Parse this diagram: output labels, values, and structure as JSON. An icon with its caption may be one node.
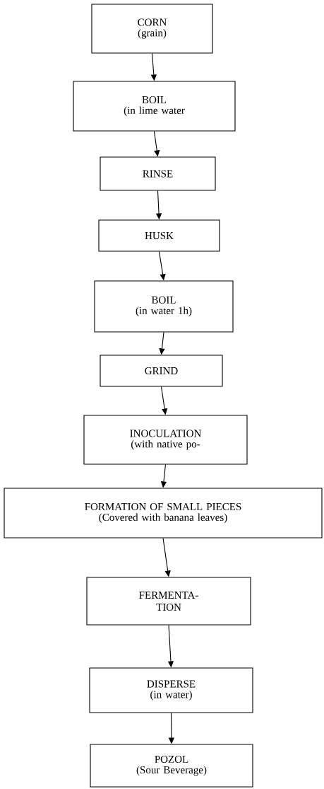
{
  "diagram": {
    "nodes": [
      {
        "text": [
          "CORN",
          "(grain)"
        ]
      },
      {
        "text": [
          "BOIL",
          "(in lime water"
        ]
      },
      {
        "text": [
          "RINSE"
        ]
      },
      {
        "text": [
          "HUSK"
        ]
      },
      {
        "text": [
          "BOIL",
          "(in water 1h)"
        ]
      },
      {
        "text": [
          "GRIND"
        ]
      },
      {
        "text": [
          "INOCULATION",
          "(with native po-"
        ]
      },
      {
        "text": [
          "FORMATION OF SMALL PIECES",
          "(Covered with banana leaves)"
        ]
      },
      {
        "text": [
          "FERMENTA- TION"
        ]
      },
      {
        "text": [
          "DISPERSE",
          "(in water)"
        ]
      },
      {
        "text": [
          "POZOL",
          "(Sour Beverage)"
        ]
      }
    ],
    "edges": [
      {
        "from": 0,
        "to": 1,
        "arrow": "to"
      },
      {
        "from": 1,
        "to": 2,
        "arrow": "to"
      },
      {
        "from": 2,
        "to": 3,
        "arrow": "to"
      },
      {
        "from": 3,
        "to": 4,
        "arrow": "to"
      },
      {
        "from": 4,
        "to": 5,
        "arrow": "to"
      },
      {
        "from": 5,
        "to": 6,
        "arrow": "to"
      },
      {
        "from": 6,
        "to": 7,
        "arrow": "to"
      },
      {
        "from": 7,
        "to": 8,
        "arrow": "to"
      },
      {
        "from": 8,
        "to": 9,
        "arrow": "to"
      },
      {
        "from": 9,
        "to": 10,
        "arrow": "to"
      }
    ]
  }
}
